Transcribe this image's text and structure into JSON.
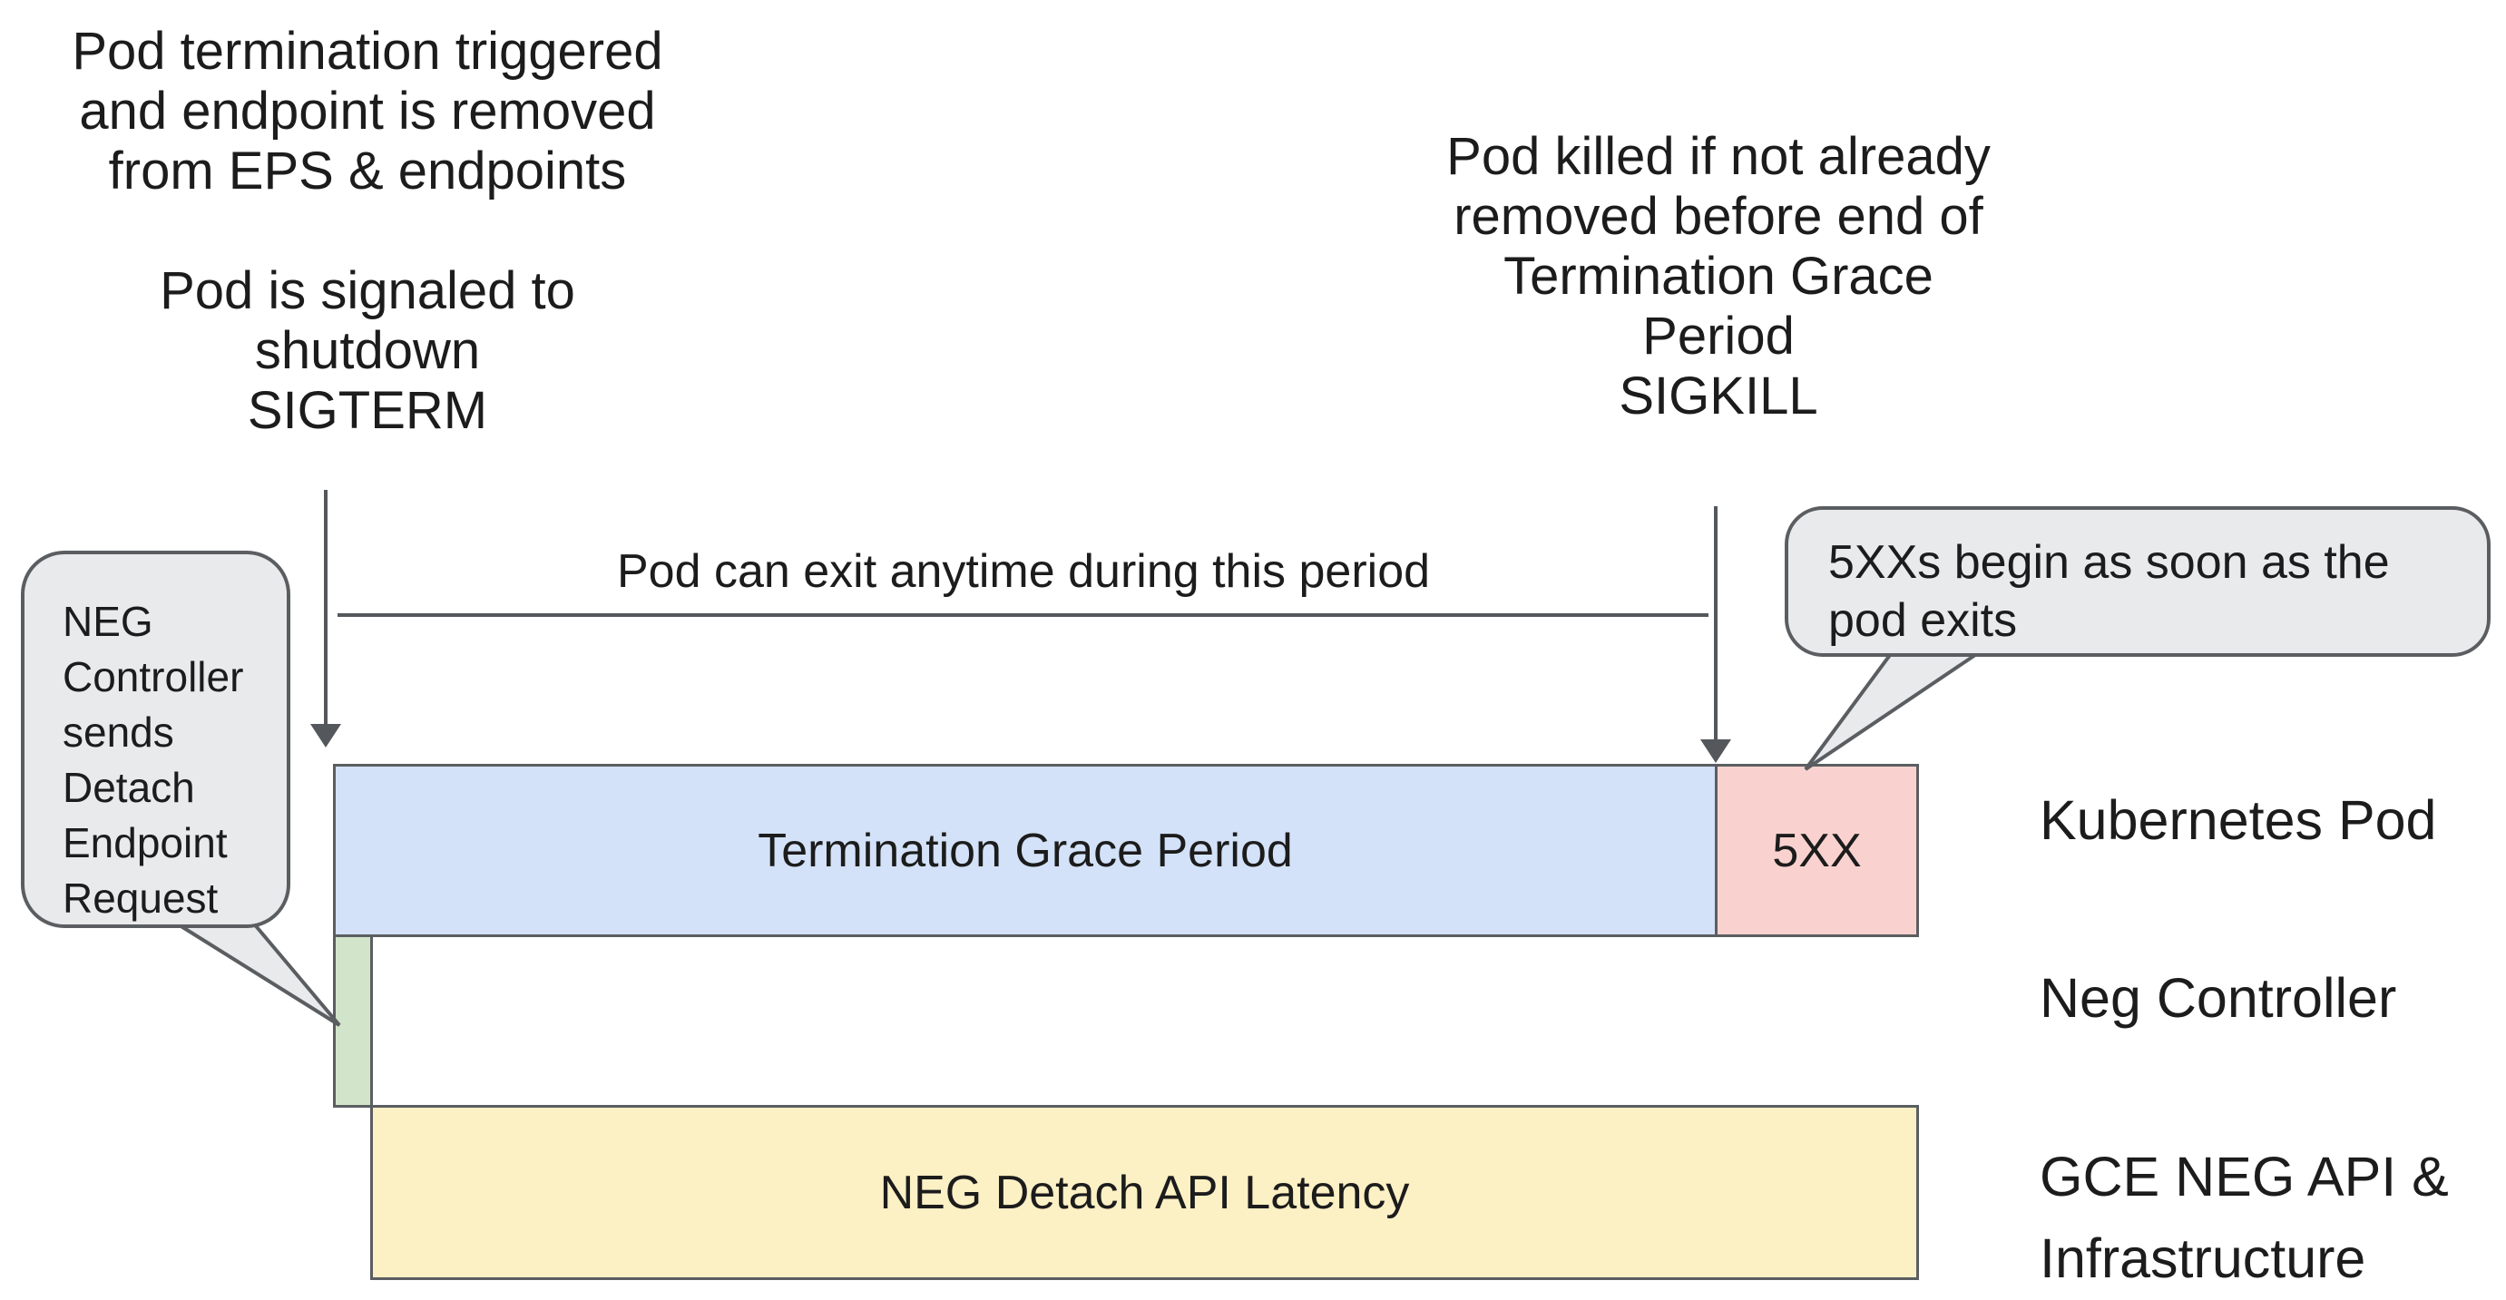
{
  "title_notes": {
    "pod_termination": [
      "Pod termination triggered",
      "and endpoint is removed",
      "from EPS & endpoints"
    ],
    "pod_signaled": [
      "Pod is signaled to shutdown",
      "SIGTERM"
    ],
    "pod_killed": [
      "Pod killed if not already",
      "removed before end of",
      "Termination Grace Period",
      "SIGKILL"
    ],
    "period_note": "Pod can exit anytime during this period"
  },
  "callouts": {
    "neg_controller": [
      "NEG",
      "Controller",
      "sends",
      "Detach",
      "Endpoint",
      "Request"
    ],
    "five_xx": [
      "5XXs begin as soon as the",
      "pod exits"
    ]
  },
  "bars": {
    "grace_label": "Termination Grace Period",
    "error_label": "5XX",
    "latency_label": "NEG Detach API Latency"
  },
  "row_labels": {
    "kubernetes_pod": "Kubernetes Pod",
    "neg_controller": "Neg Controller",
    "gce_line1": "GCE NEG API &",
    "gce_line2": "Infrastructure"
  },
  "colors": {
    "grace_fill": "#d3e2f8",
    "error_fill": "#f9d2cf",
    "detach_fill": "#d2e5ca",
    "latency_fill": "#fcf0c5",
    "callout_fill": "#e9eaec",
    "outline": "#5b5e61",
    "line": "#54585c",
    "text": "#1c1c1c"
  }
}
